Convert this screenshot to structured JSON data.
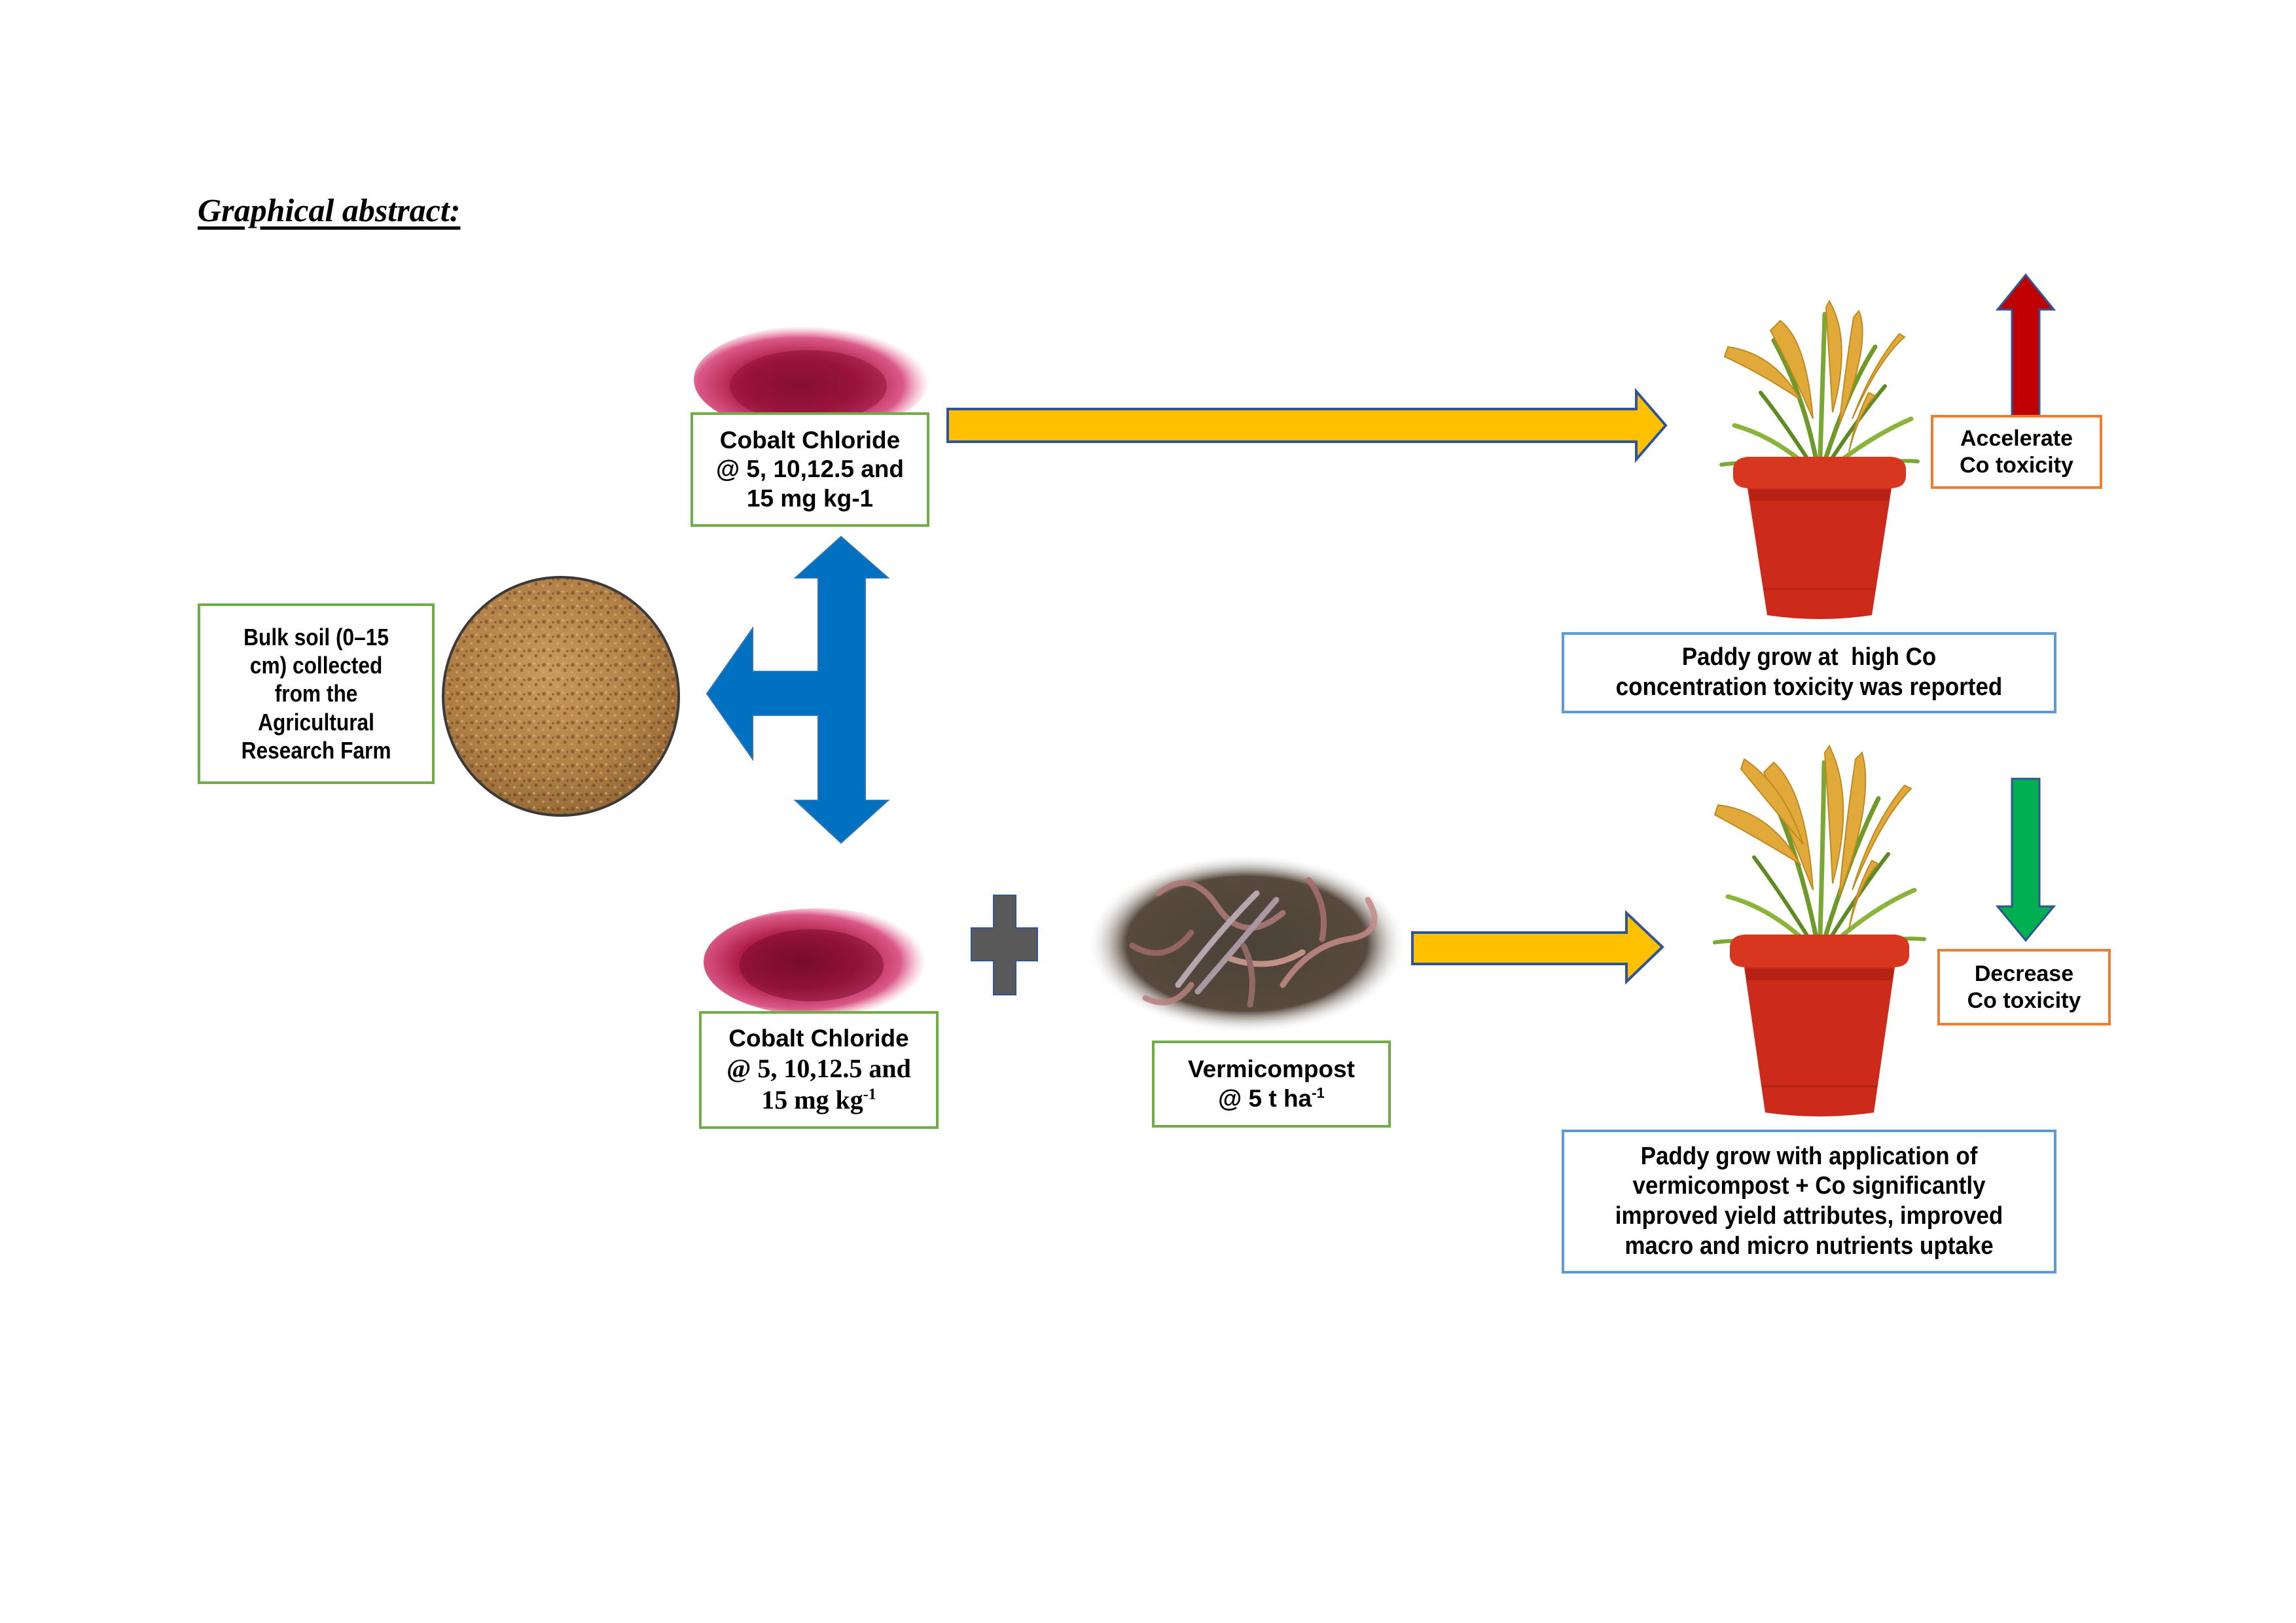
{
  "title": "Graphical abstract:",
  "soil": {
    "label_lines": [
      "Bulk soil (0–15",
      "cm) collected",
      "from the",
      "Agricultural",
      "Research Farm"
    ],
    "image_icon": "soil-image"
  },
  "cobalt_top": {
    "line1": "Cobalt Chloride",
    "line2": "@ 5, 10,12.5 and",
    "line3": "15 mg kg-1",
    "image_icon": "cobalt-chloride-powder-image"
  },
  "cobalt_bottom": {
    "line1": "Cobalt Chloride",
    "line2": "@ 5, 10,12.5 and",
    "line3_base": "15 mg kg",
    "line3_sup": "-1",
    "image_icon": "cobalt-chloride-powder-image"
  },
  "plus_icon": "plus-icon",
  "vermicompost": {
    "line1": "Vermicompost",
    "line2_base": "@ 5 t ha",
    "line2_sup": "-1",
    "image_icon": "earthworm-vermicompost-image"
  },
  "outcome_top": {
    "effect_label_lines": [
      "Accelerate",
      "Co toxicity"
    ],
    "effect_arrow": "up-arrow",
    "description_lines": [
      "Paddy grow at  high Co",
      "concentration toxicity was reported"
    ],
    "plant_icon": "potted-paddy-plant-image"
  },
  "outcome_bottom": {
    "effect_label_lines": [
      "Decrease",
      "Co toxicity"
    ],
    "effect_arrow": "down-arrow",
    "description_lines": [
      "Paddy grow with application of",
      "vermicompost + Co significantly",
      "improved yield attributes, improved",
      "macro and micro nutrients uptake"
    ],
    "plant_icon": "potted-paddy-plant-image"
  },
  "colors": {
    "flow_arrow": "#ffc000",
    "flow_arrow_border": "#2f5597",
    "split_arrow": "#0070c0",
    "up_arrow": "#c00000",
    "down_arrow": "#00b050",
    "plus": "#595959",
    "input_box_border": "#70ad47",
    "effect_box_border": "#ed7d31",
    "description_box_border": "#5b9bd5"
  }
}
